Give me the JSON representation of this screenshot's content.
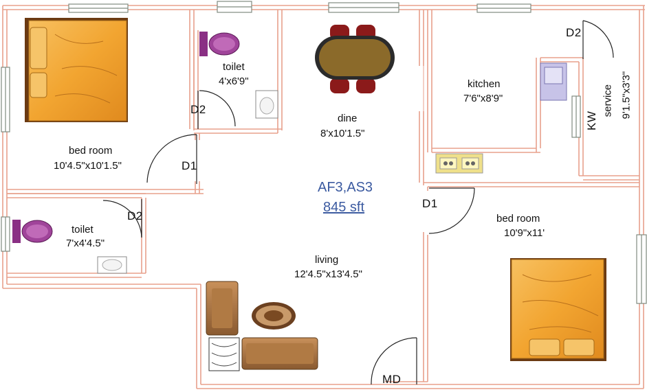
{
  "plan": {
    "code": "AF3,AS3",
    "area": "845 sft"
  },
  "rooms": {
    "bedroom_left": {
      "name": "bed room",
      "size": "10'4.5\"x10'1.5\""
    },
    "toilet_top": {
      "name": "toilet",
      "size": "4'x6'9\""
    },
    "dine": {
      "name": "dine",
      "size": "8'x10'1.5\""
    },
    "kitchen": {
      "name": "kitchen",
      "size": "7'6\"x8'9\""
    },
    "service": {
      "name": "service",
      "size": "9'1.5\"x3'3\""
    },
    "toilet_left": {
      "name": "toilet",
      "size": "7'x4'4.5\""
    },
    "living": {
      "name": "living",
      "size": "12'4.5\"x13'4.5\""
    },
    "bedroom_right": {
      "name": "bed room",
      "size": "10'9\"x11'"
    }
  },
  "doors": {
    "d2_top": "D2",
    "d1_left": "D1",
    "d2_left": "D2",
    "d2_kitchen": "D2",
    "d1_right": "D1",
    "md": "MD",
    "kw": "KW"
  },
  "colors": {
    "wall": "#e8a08c",
    "window": "#9aa39a",
    "bed": "#f2a531",
    "toilet": "#a0449a",
    "chair": "#8b1a1a",
    "table": "#8b6a2a",
    "sofa": "#9c6a3a",
    "area_text": "#3b5aa0"
  }
}
